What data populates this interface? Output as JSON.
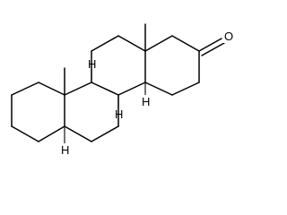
{
  "molecule": {
    "atoms": {
      "carbonyl_oxygen": "O",
      "h_c9": "H",
      "h_c8": "H",
      "h_c14": "H",
      "h_c5": "H"
    }
  },
  "colors": {
    "ink": "#000000",
    "background": "#ffffff"
  }
}
